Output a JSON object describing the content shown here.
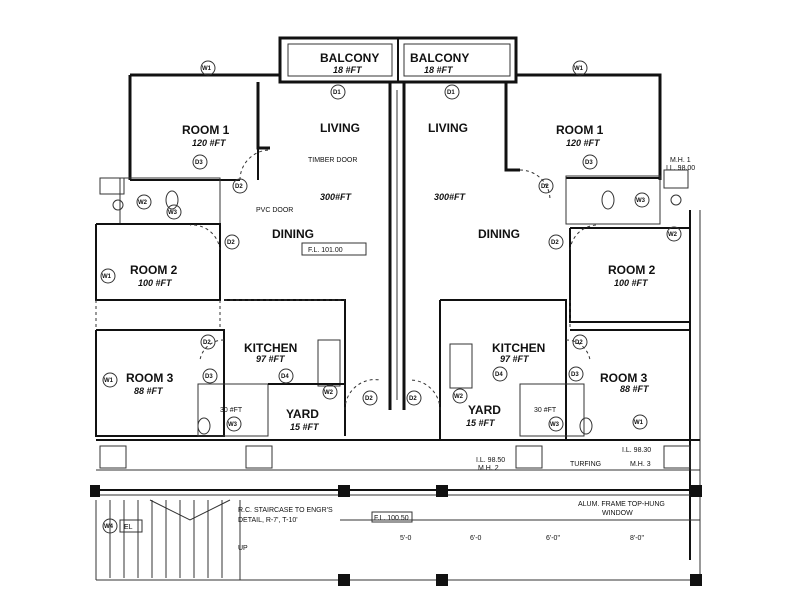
{
  "rooms": {
    "balcony_left": {
      "name": "BALCONY",
      "area": "18 #FT"
    },
    "balcony_right": {
      "name": "BALCONY",
      "area": "18 #FT"
    },
    "living_left": {
      "name": "LIVING"
    },
    "living_right": {
      "name": "LIVING"
    },
    "living_left_area": "300#FT",
    "living_right_area": "300#FT",
    "dining_left": {
      "name": "DINING"
    },
    "dining_right": {
      "name": "DINING"
    },
    "room1_left": {
      "name": "ROOM 1",
      "area": "120 #FT"
    },
    "room1_right": {
      "name": "ROOM 1",
      "area": "120 #FT"
    },
    "room2_left": {
      "name": "ROOM 2",
      "area": "100 #FT"
    },
    "room2_right": {
      "name": "ROOM 2",
      "area": "100 #FT"
    },
    "room3_left": {
      "name": "ROOM 3",
      "area": "88 #FT"
    },
    "room3_right": {
      "name": "ROOM 3",
      "area": "88 #FT"
    },
    "kitchen_left": {
      "name": "KITCHEN",
      "area": "97 #FT"
    },
    "kitchen_right": {
      "name": "KITCHEN",
      "area": "97 #FT"
    },
    "yard_left": {
      "name": "YARD",
      "area": "15 #FT"
    },
    "yard_right": {
      "name": "YARD",
      "area": "15 #FT"
    },
    "bath_left_area": "30 #FT",
    "bath_right_area": "30 #FT"
  },
  "notes": {
    "timber_door": "TIMBER DOOR",
    "pvc_door": "PVC DOOR",
    "floor_level": "F.L. 101.00",
    "mh1_left": "M.H. 1",
    "mh1_right": "I.L. 98.00",
    "il_bottom_left": "I.L. 98.50",
    "mh_bottom_left": "M.H. 2",
    "il_bottom_right": "I.L. 98.30",
    "mh_bottom_right": "M.H. 3",
    "turfing": "TURFING",
    "staircase_1": "R.C. STAIRCASE TO ENGR'S",
    "staircase_2": "DETAIL, R-7', T-10'",
    "fl_lower": "F.L. 100.50",
    "alum_1": "ALUM. FRAME TOP-HUNG",
    "alum_2": "WINDOW",
    "el": "EL",
    "up": "UP",
    "dim_1": "6'-0",
    "dim_2": "6'-0\"",
    "dim_3": "8'-0\"",
    "dim_4": "5'-0"
  },
  "tags": {
    "d1": "D1",
    "d2": "D2",
    "d3": "D3",
    "d4": "D4",
    "w1": "W1",
    "w2": "W2",
    "w3": "W3",
    "w4": "W4"
  }
}
